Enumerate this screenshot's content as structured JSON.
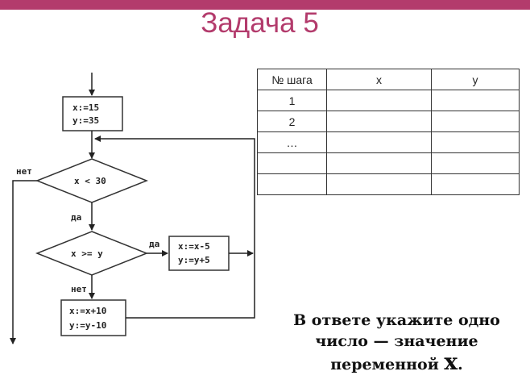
{
  "header": {
    "title": "Задача 5",
    "accent_color": "#b33b6c"
  },
  "flowchart": {
    "init_line1": "x:=15",
    "init_line2": "y:=35",
    "cond1": "x < 30",
    "cond1_no": "нет",
    "cond1_yes": "да",
    "cond2": "x >= y",
    "cond2_yes": "да",
    "cond2_no": "нет",
    "yes_block_line1": "x:=x-5",
    "yes_block_line2": "y:=y+5",
    "no_block_line1": "x:=x+10",
    "no_block_line2": "y:=y-10"
  },
  "table": {
    "headers": [
      "№ шага",
      "x",
      "y"
    ],
    "rows": [
      [
        "1",
        "",
        ""
      ],
      [
        "2",
        "",
        ""
      ],
      [
        "…",
        "",
        ""
      ],
      [
        "",
        "",
        ""
      ],
      [
        "",
        "",
        ""
      ]
    ]
  },
  "answer": {
    "text": "В ответе укажите одно число — значение переменной",
    "variable": "x",
    "end": "."
  }
}
